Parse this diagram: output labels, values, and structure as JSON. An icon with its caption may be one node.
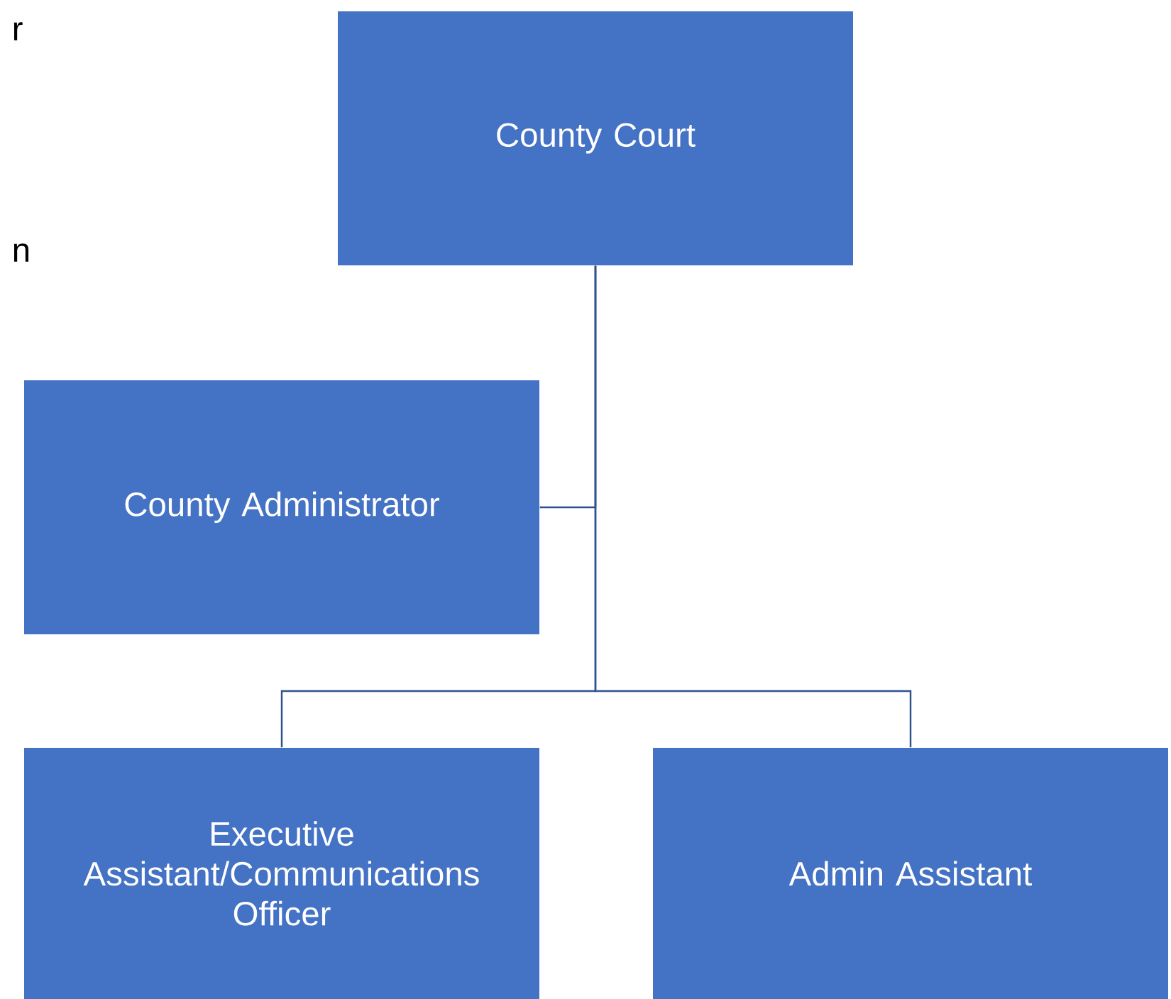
{
  "diagram": {
    "nodes": [
      {
        "text": [
          "County Court"
        ]
      },
      {
        "text": [
          "County Administrator"
        ]
      },
      {
        "text": [
          "Executive Assistant/Communications Officer"
        ]
      },
      {
        "text": [
          "Admin Assistant"
        ]
      }
    ],
    "edges": [
      {
        "from": 0,
        "to": 1,
        "arrow": "none"
      },
      {
        "from": 0,
        "to": 2,
        "arrow": "none"
      },
      {
        "from": 0,
        "to": 3,
        "arrow": "none"
      }
    ],
    "labels": [
      "r",
      "n"
    ]
  }
}
